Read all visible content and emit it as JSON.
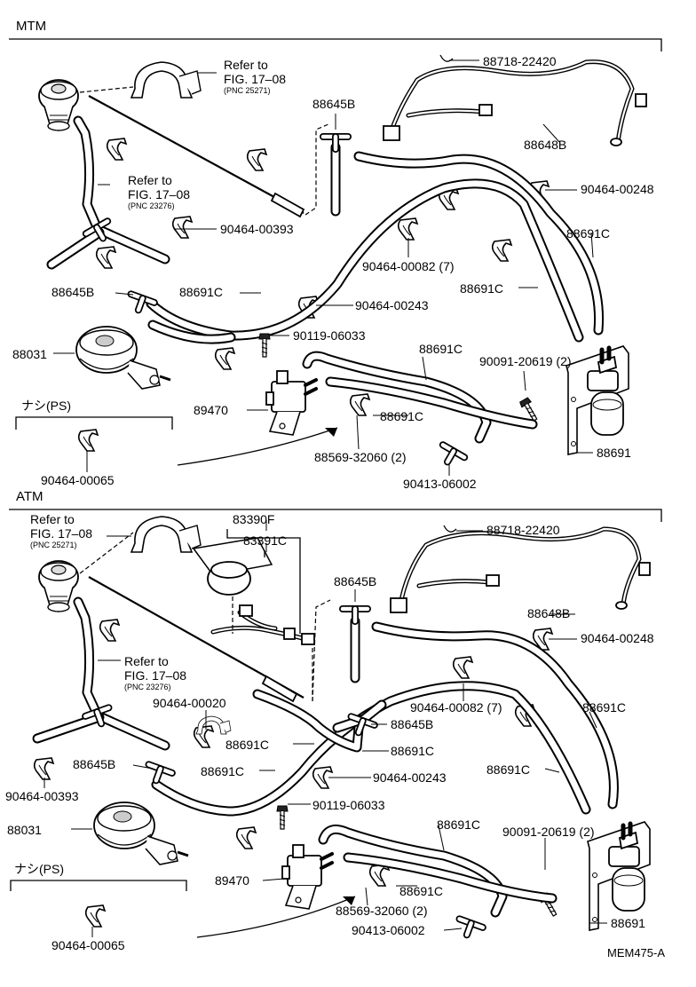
{
  "sections": {
    "mtm": "MTM",
    "atm": "ATM"
  },
  "refs": {
    "refer_to": "Refer to",
    "fig": "FIG. 17–08",
    "pnc_25271": "(PNC 25271)",
    "pnc_23276": "(PNC 23276)"
  },
  "ps_note": "ナシ(PS)",
  "parts": {
    "p88718_22420": "88718-22420",
    "p88645B": "88645B",
    "p88648B": "88648B",
    "p90464_00248": "90464-00248",
    "p90464_00393": "90464-00393",
    "p90464_00082_7": "90464-00082 (7)",
    "p88691C": "88691C",
    "p88031": "88031",
    "p90464_00243": "90464-00243",
    "p90119_06033": "90119-06033",
    "p90091_20619_2": "90091-20619 (2)",
    "p89470": "89470",
    "p88569_32060_2": "88569-32060 (2)",
    "p90413_06002": "90413-06002",
    "p88691": "88691",
    "p90464_00065": "90464-00065",
    "p83390F": "83390F",
    "p83391C": "83391C",
    "p90464_00020": "90464-00020"
  },
  "footer_code": "MEM475-A",
  "icons": [
    "vacuum-actuator-icon",
    "vsv-icon",
    "clip-icon",
    "bracket-clamp-icon",
    "t-joint-icon",
    "bolt-icon",
    "harness-icon",
    "vacuum-tank-icon",
    "arrow-icon"
  ]
}
